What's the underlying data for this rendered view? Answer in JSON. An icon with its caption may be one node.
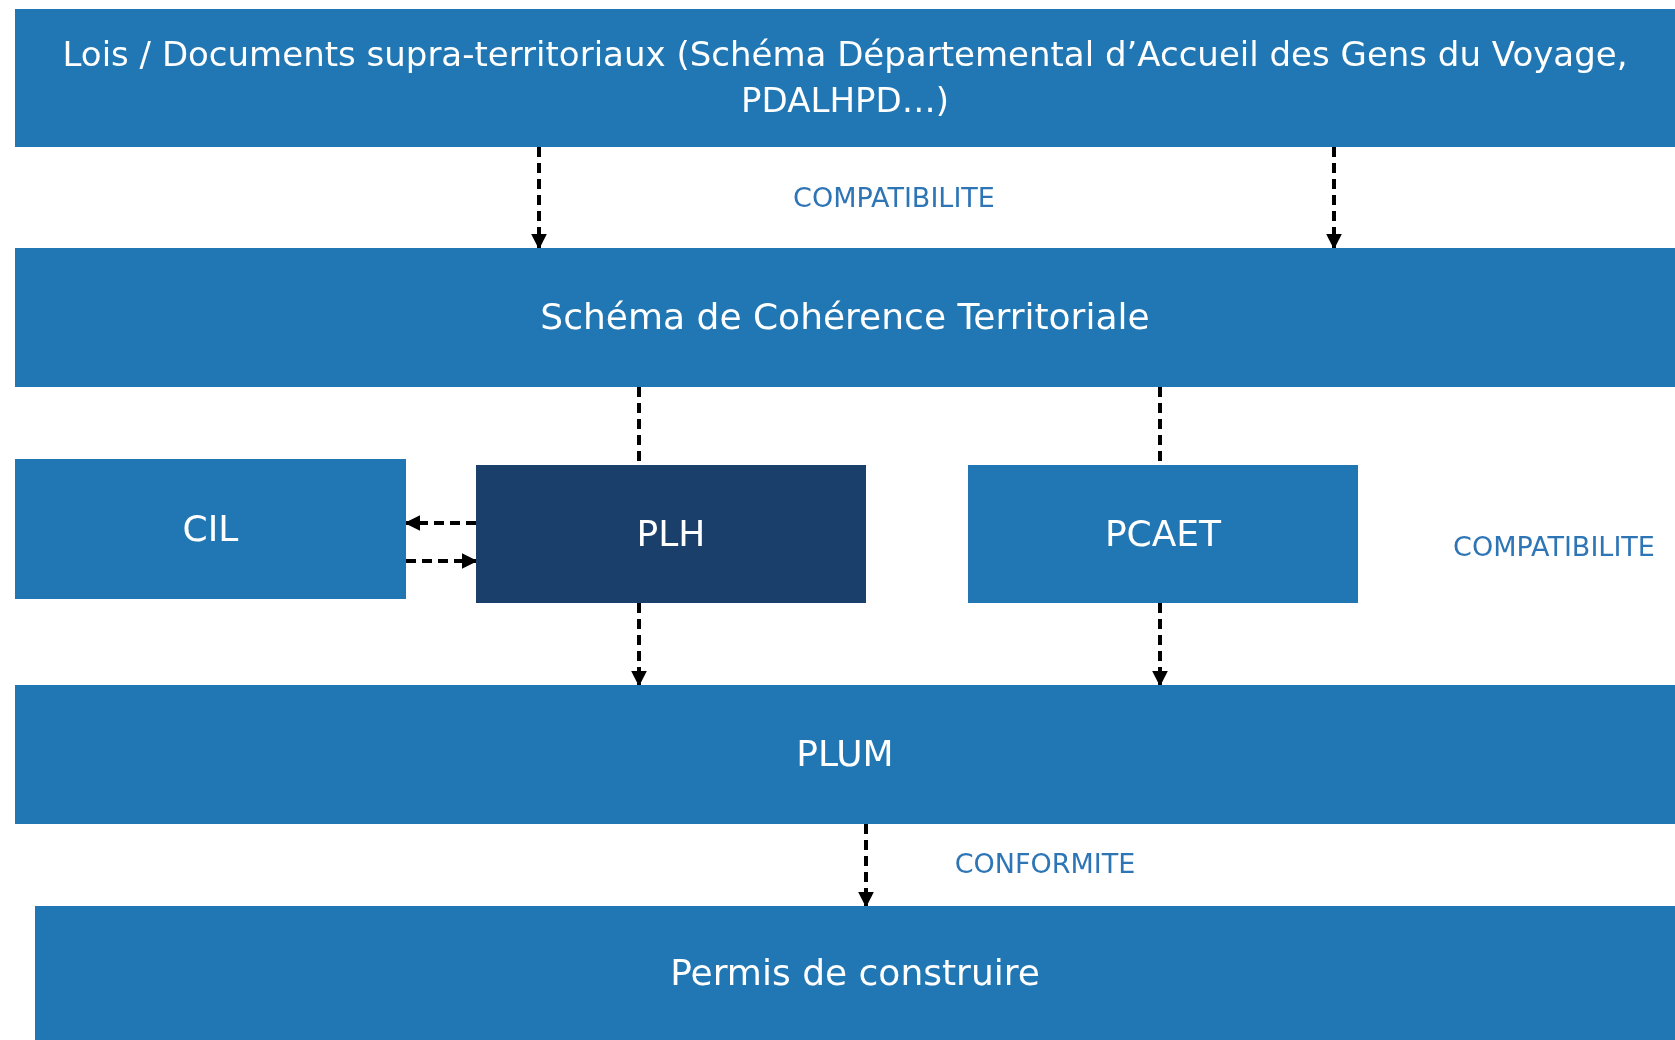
{
  "diagram": {
    "nodes": [
      {
        "text": [
          "Lois / Documents supra-territoriaux (Schéma Départemental d’Accueil des Gens du Voyage, PDALHPD…)"
        ]
      },
      {
        "text": [
          "Schéma de Cohérence Territoriale"
        ]
      },
      {
        "text": [
          "CIL"
        ]
      },
      {
        "text": [
          "PLH"
        ]
      },
      {
        "text": [
          "PCAET"
        ]
      },
      {
        "text": [
          "PLUM"
        ]
      },
      {
        "text": [
          "Permis de construire"
        ]
      }
    ],
    "edges": [
      {
        "from": 0,
        "to": 1,
        "arrow": "to",
        "style": "dashed"
      },
      {
        "from": 0,
        "to": 1,
        "arrow": "to",
        "style": "dashed"
      },
      {
        "from": 1,
        "to": 3,
        "arrow": "none",
        "style": "dashed"
      },
      {
        "from": 1,
        "to": 4,
        "arrow": "none",
        "style": "dashed"
      },
      {
        "from": 3,
        "to": 2,
        "arrow": "to",
        "style": "dashed"
      },
      {
        "from": 2,
        "to": 3,
        "arrow": "to",
        "style": "dashed"
      },
      {
        "from": 3,
        "to": 5,
        "arrow": "to",
        "style": "dashed"
      },
      {
        "from": 4,
        "to": 5,
        "arrow": "to",
        "style": "dashed"
      },
      {
        "from": 5,
        "to": 6,
        "arrow": "to",
        "style": "dashed"
      }
    ],
    "labels": [
      "COMPATIBILITE",
      "COMPATIBILITE",
      "CONFORMITE"
    ]
  }
}
